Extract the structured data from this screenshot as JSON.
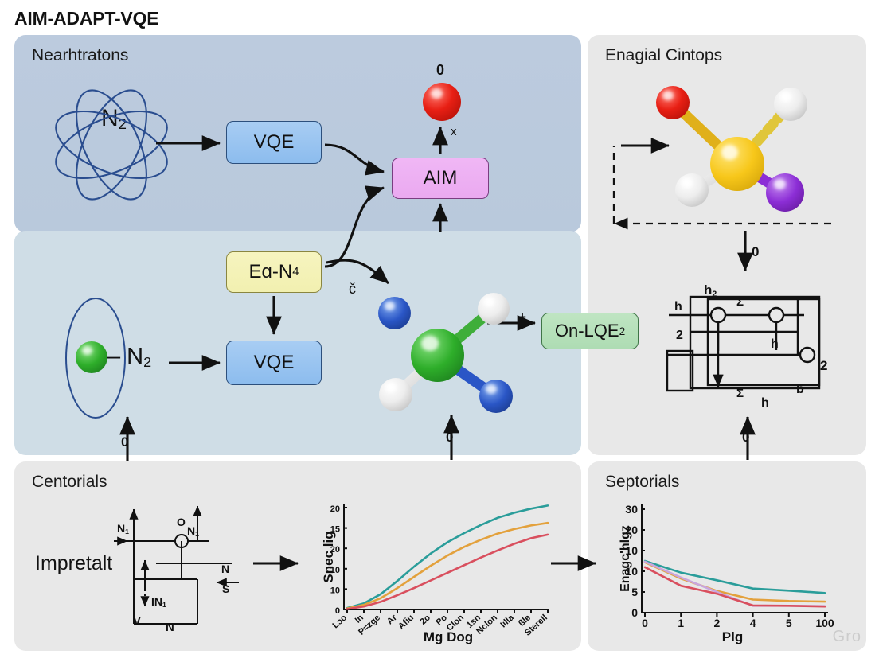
{
  "title": "AIM-ADAPT-VQE",
  "panels": {
    "near": {
      "title": "Nearhtratons"
    },
    "quantum": {
      "title": ""
    },
    "right_top": {
      "title": "Enagial Cintops"
    },
    "bottom_left": {
      "title": "Centorials"
    },
    "bottom_right": {
      "title": "Septorials"
    }
  },
  "boxes": {
    "vqe1": "VQE",
    "vqe2": "VQE",
    "aim": "AIM",
    "ean": "Eɑ-N",
    "ean_sub": "4",
    "onlqe": "On-LQE",
    "onlqe_sub": "2"
  },
  "labels": {
    "n2_orbital": "N",
    "n2_orbital_sub": "2",
    "minus_n2": "– N",
    "minus_n2_sub": "2",
    "impretalt": "Impretalt",
    "zero_top": "0",
    "x_mark": "x",
    "c_mark": "č",
    "plus_mark": "+",
    "arrow_up_left": "0",
    "arrow_up_mid": "0",
    "arrow_down_right": "0",
    "arrow_up_right": "0"
  },
  "circuit": {
    "h2": "h",
    "h2_sub": "2",
    "h_left": "h",
    "two_left": "2",
    "sigma_top": "Σ",
    "sigma_bottom": "Σ",
    "h_mid": "h",
    "h_bottom": "h",
    "two_right": "2",
    "b_label": "b"
  },
  "centorials_diagram": {
    "n1_left": "N",
    "n1_left_sub": "1",
    "o_label": "O",
    "n1_right": "N",
    "n1_right_sub": "1",
    "n_right": "N",
    "s_right": "S",
    "in1": "IN",
    "in1_sub": "1",
    "v_label": "V",
    "n_bottom": "N"
  },
  "watermark": "Gro",
  "colors": {
    "panel_near": "#bccbde",
    "panel_quantum": "#cfdde6",
    "panel_grey": "#e8e8e8",
    "box_blue": "#8cbcee",
    "box_pink": "#eaa9f0",
    "box_yellow": "#f2f0b0",
    "box_green": "#aedcb3",
    "series_teal": "#2a9d9a",
    "series_orange": "#e3a13c",
    "series_red": "#d94f5e",
    "series_purple": "#c9a6dd",
    "orbital_blue": "#2a4d8f"
  },
  "chart_data": [
    {
      "type": "line",
      "id": "growth-chart",
      "title": "",
      "xlabel": "Mg Dog",
      "ylabel": "Snec lig",
      "ylim": [
        0,
        20
      ],
      "yticks": [
        0,
        10,
        10,
        20,
        15,
        20
      ],
      "ytick_labels": [
        "0",
        "10",
        "10",
        "20",
        "15",
        "20"
      ],
      "categories": [
        "Lɔo",
        "In",
        "P=zge",
        "Ar",
        "Afiu",
        "2o",
        "Po",
        "Clon",
        "1sn",
        "Nclon",
        "Iilla",
        "ßle",
        "Sterell"
      ],
      "grid": false,
      "legend": "none",
      "series": [
        {
          "name": "teal",
          "color": "#2a9d9a",
          "values": [
            0.3,
            1.2,
            3.0,
            5.6,
            8.4,
            11.0,
            13.2,
            15.0,
            16.6,
            18.0,
            19.0,
            19.8,
            20.4
          ]
        },
        {
          "name": "orange",
          "color": "#e3a13c",
          "values": [
            0.2,
            0.9,
            2.2,
            4.2,
            6.4,
            8.6,
            10.6,
            12.3,
            13.7,
            14.9,
            15.8,
            16.5,
            17.0
          ]
        },
        {
          "name": "red",
          "color": "#d94f5e",
          "values": [
            0.1,
            0.6,
            1.5,
            2.8,
            4.2,
            5.7,
            7.2,
            8.7,
            10.2,
            11.6,
            12.9,
            14.0,
            14.7
          ]
        }
      ]
    },
    {
      "type": "line",
      "id": "decay-chart",
      "title": "",
      "xlabel": "Plg",
      "ylabel": "Enagc'hlgz",
      "ylim": [
        0,
        30
      ],
      "ytick_labels": [
        "0",
        "5",
        "10",
        "10",
        "20",
        "30"
      ],
      "categories": [
        "0",
        "1",
        "2",
        "4",
        "5",
        "100"
      ],
      "grid": false,
      "legend": "none",
      "series": [
        {
          "name": "teal",
          "color": "#2a9d9a",
          "values": [
            15.0,
            11.6,
            9.4,
            7.0,
            6.4,
            5.7
          ]
        },
        {
          "name": "orange",
          "color": "#e3a13c",
          "values": [
            14.6,
            9.9,
            6.3,
            3.8,
            3.4,
            3.2
          ]
        },
        {
          "name": "purple",
          "color": "#c9a6dd",
          "values": [
            14.8,
            10.2,
            6.0,
            2.0,
            2.0,
            1.9
          ]
        },
        {
          "name": "red",
          "color": "#d94f5e",
          "values": [
            13.2,
            7.8,
            5.5,
            2.1,
            2.0,
            1.8
          ]
        }
      ]
    }
  ]
}
